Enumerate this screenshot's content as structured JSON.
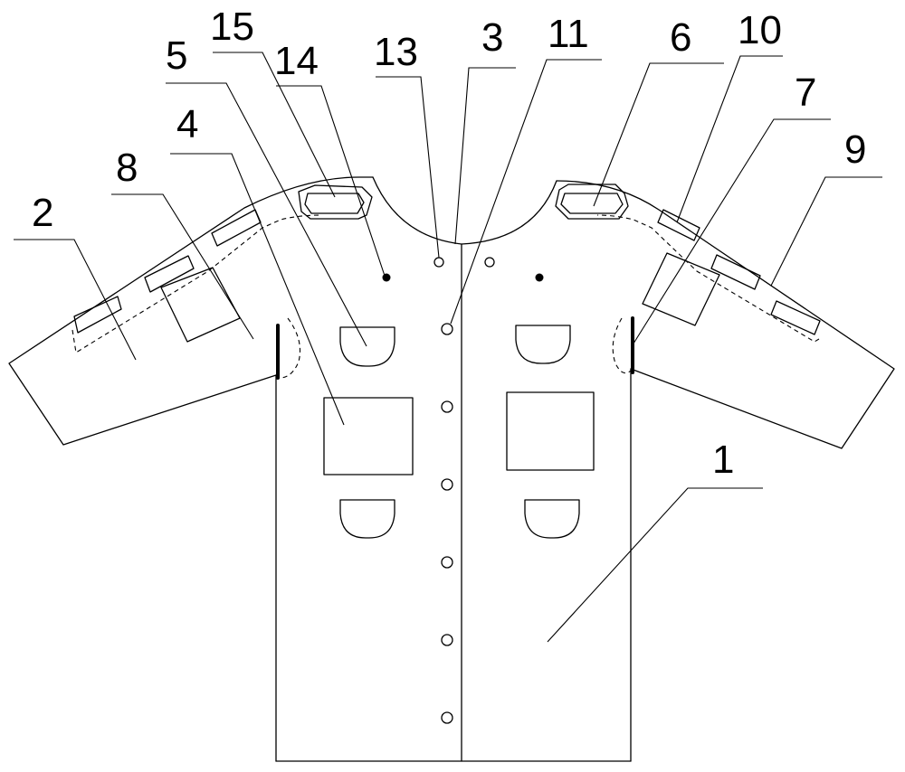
{
  "labels": [
    {
      "key": "1",
      "text": "1"
    },
    {
      "key": "2",
      "text": "2"
    },
    {
      "key": "3",
      "text": "3"
    },
    {
      "key": "4",
      "text": "4"
    },
    {
      "key": "5",
      "text": "5"
    },
    {
      "key": "6",
      "text": "6"
    },
    {
      "key": "7",
      "text": "7"
    },
    {
      "key": "8",
      "text": "8"
    },
    {
      "key": "9",
      "text": "9"
    },
    {
      "key": "10",
      "text": "10"
    },
    {
      "key": "11",
      "text": "11"
    },
    {
      "key": "13",
      "text": "13"
    },
    {
      "key": "14",
      "text": "14"
    },
    {
      "key": "15",
      "text": "15"
    }
  ]
}
